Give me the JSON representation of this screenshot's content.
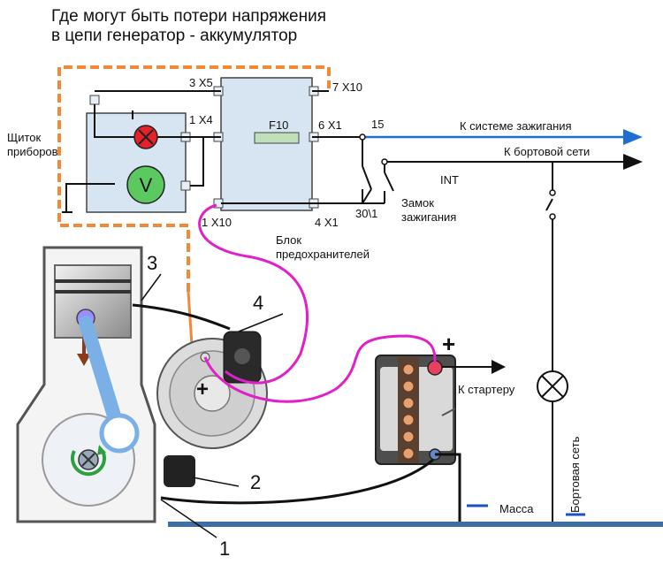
{
  "title": [
    "Где могут быть потери напряжения",
    "в цепи генератор - аккумулятор"
  ],
  "panel_label": [
    "Щиток",
    "приборов"
  ],
  "voltmeter_letter": "V",
  "fuse_block_label": [
    "Блок",
    "предохранителей"
  ],
  "fuse_label": "F10",
  "terminals": {
    "x5_3": "3 X5",
    "x10_7": "7 X10",
    "x4_1": "1 X4",
    "x1_6": "6 X1",
    "x10_1": "1 X10",
    "x1_4": "4 X1",
    "t15": "15",
    "t30": "30\\1",
    "int": "INT"
  },
  "ignition_switch_label": [
    "Замок",
    "зажигания"
  ],
  "arrows": {
    "ignition": "К системе зажигания",
    "onboard": "К бортовой сети",
    "starter": "К стартеру"
  },
  "onboard_net_vertical": "Бортовая сеть",
  "ground_label": "Масса",
  "plus_sign": "+",
  "callouts": [
    "1",
    "2",
    "3",
    "4"
  ],
  "colors": {
    "blue_wire": "#1f6fd0",
    "magenta_wire": "#e020c8",
    "orange_dashed": "#f0893a",
    "lamp_red": "#e8202a",
    "voltmeter_green": "#5cc860",
    "panel_fill": "#d7e5f3",
    "ground_bar": "#3f6fa0",
    "plus_red": "#e02020"
  }
}
